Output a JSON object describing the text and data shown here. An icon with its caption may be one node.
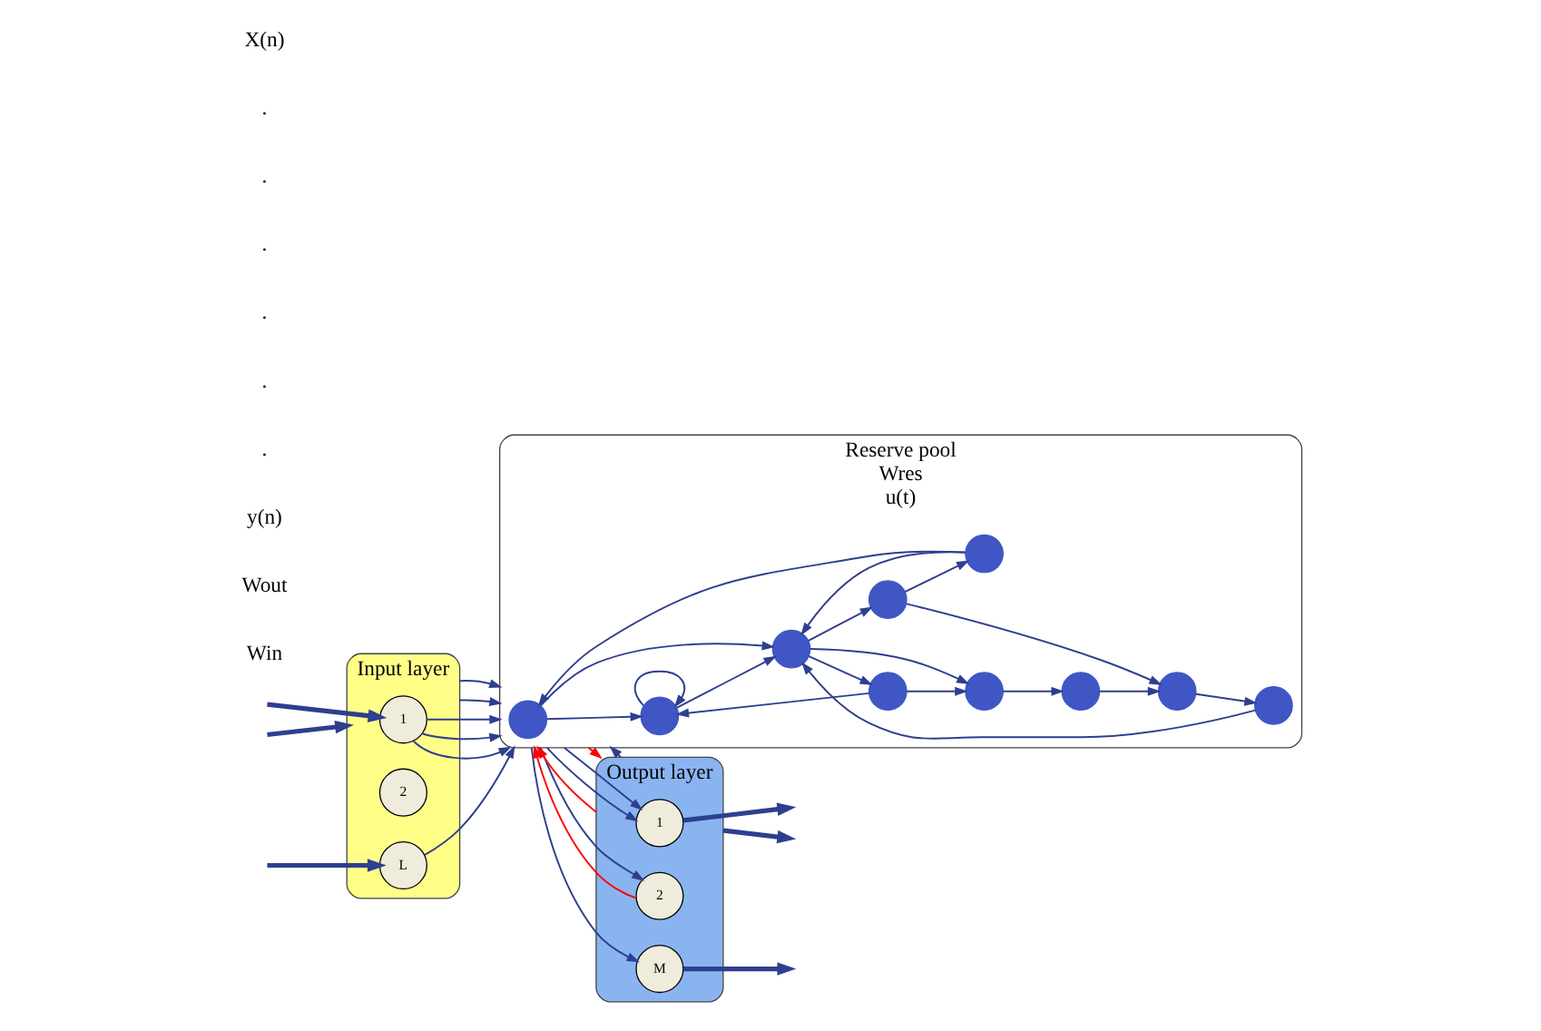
{
  "diagram": {
    "nodes": [
      {
        "text": [
          "Input layer"
        ]
      },
      {
        "text": [
          "1"
        ],
        "in": 0
      },
      {
        "text": [
          "2"
        ],
        "in": 0
      },
      {
        "text": [
          "L"
        ],
        "in": 0
      },
      {
        "text": [
          "Reserve pool",
          "Wres",
          "u(t)"
        ]
      },
      {
        "text": [],
        "shape": "circle",
        "in": 4
      },
      {
        "text": [],
        "shape": "circle",
        "in": 4
      },
      {
        "text": [],
        "shape": "circle",
        "in": 4
      },
      {
        "text": [],
        "shape": "circle",
        "in": 4
      },
      {
        "text": [],
        "shape": "circle",
        "in": 4
      },
      {
        "text": [],
        "shape": "circle",
        "in": 4
      },
      {
        "text": [],
        "shape": "circle",
        "in": 4
      },
      {
        "text": [],
        "shape": "circle",
        "in": 4
      },
      {
        "text": [],
        "shape": "circle",
        "in": 4
      },
      {
        "text": [],
        "shape": "circle",
        "in": 4
      },
      {
        "text": [
          "Output layer"
        ]
      },
      {
        "text": [
          "1"
        ],
        "in": 15
      },
      {
        "text": [
          "2"
        ],
        "in": 15
      },
      {
        "text": [
          "M"
        ],
        "in": 15
      }
    ],
    "edges": [
      {
        "from": null,
        "to": 1,
        "arrow": "to",
        "style": "thick"
      },
      {
        "from": null,
        "to": 0,
        "arrow": "to",
        "style": "thick"
      },
      {
        "from": null,
        "to": 3,
        "arrow": "to",
        "style": "thick"
      },
      {
        "from": 1,
        "to": 4,
        "arrow": "to"
      },
      {
        "from": 1,
        "to": 4,
        "arrow": "to"
      },
      {
        "from": 1,
        "to": 4,
        "arrow": "to"
      },
      {
        "from": 0,
        "to": 4,
        "arrow": "to"
      },
      {
        "from": 0,
        "to": 4,
        "arrow": "to"
      },
      {
        "from": 3,
        "to": 4,
        "arrow": "to"
      },
      {
        "from": 5,
        "to": 7,
        "arrow": "to"
      },
      {
        "from": 5,
        "to": 8,
        "arrow": "to"
      },
      {
        "from": 6,
        "to": 5,
        "arrow": "to"
      },
      {
        "from": 6,
        "to": 8,
        "arrow": "to"
      },
      {
        "from": 7,
        "to": 7,
        "arrow": "to"
      },
      {
        "from": 7,
        "to": 8,
        "arrow": "to"
      },
      {
        "from": 8,
        "to": 10,
        "arrow": "to"
      },
      {
        "from": 8,
        "to": 12,
        "arrow": "to"
      },
      {
        "from": 8,
        "to": 9,
        "arrow": "to"
      },
      {
        "from": 9,
        "to": 6,
        "arrow": "to"
      },
      {
        "from": 9,
        "to": 13,
        "arrow": "to"
      },
      {
        "from": 10,
        "to": 7,
        "arrow": "to"
      },
      {
        "from": 10,
        "to": 12,
        "arrow": "to"
      },
      {
        "from": 11,
        "to": 8,
        "arrow": "to"
      },
      {
        "from": 13,
        "to": 11,
        "arrow": "to"
      },
      {
        "from": 12,
        "to": 14,
        "arrow": "to"
      },
      {
        "from": 14,
        "to": 13,
        "arrow": "to"
      },
      {
        "from": 4,
        "to": 16,
        "arrow": "to"
      },
      {
        "from": 4,
        "to": 16,
        "arrow": "to"
      },
      {
        "from": 4,
        "to": 17,
        "arrow": "to"
      },
      {
        "from": 4,
        "to": 18,
        "arrow": "to"
      },
      {
        "from": 17,
        "to": 4,
        "arrow": "to",
        "color": "#ff0000"
      },
      {
        "from": 4,
        "to": 15,
        "arrow": "to",
        "color": "#ff0000"
      },
      {
        "from": 15,
        "to": 4,
        "arrow": "to",
        "color": "#ff0000"
      },
      {
        "from": 15,
        "to": 4,
        "arrow": "to"
      },
      {
        "from": 16,
        "to": null,
        "arrow": "to",
        "style": "thick"
      },
      {
        "from": 15,
        "to": null,
        "arrow": "to",
        "style": "thick"
      },
      {
        "from": 18,
        "to": null,
        "arrow": "to",
        "style": "thick"
      }
    ],
    "labels": [
      "Win",
      "Wout",
      "y(n)",
      ".",
      ".",
      ".",
      ".",
      ".",
      ".",
      "X(n)"
    ]
  }
}
